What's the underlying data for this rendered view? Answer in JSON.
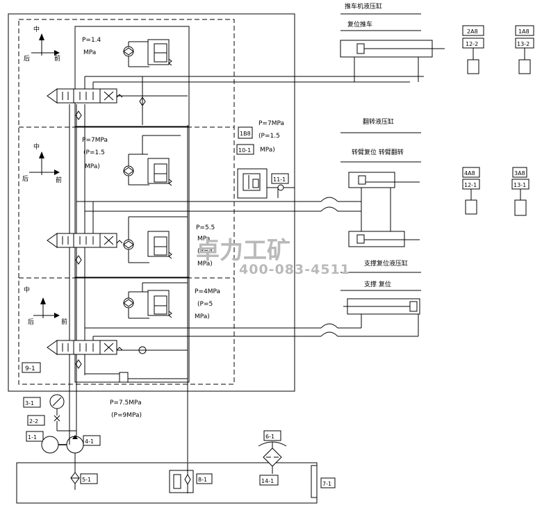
{
  "diagram": {
    "groups": {
      "pusher": {
        "title": "推车机液压缸",
        "action": "复位推车"
      },
      "tipper": {
        "title": "翻转液压缸",
        "actions": "转臂复位  转臂翻转"
      },
      "support": {
        "title": "支撑复位液压缸",
        "actions": "支撑    复位"
      }
    },
    "valve_blocks": {
      "block1": {
        "pressure_line1": "P=1.4",
        "pressure_line2": "MPa"
      },
      "block2": {
        "pressure_line1": "P=7MPa",
        "pressure_line2": "(P=1.5",
        "pressure_line3": "MPa)"
      },
      "block2b": {
        "pressure_line1": "P=5.5",
        "pressure_line2": "MPa",
        "pressure_line3": "(P=4",
        "pressure_line4": "MPa)"
      },
      "block3": {
        "pressure_line1": "P=4MPa",
        "pressure_line2": "(P=5",
        "pressure_line3": "MPa)"
      },
      "relief": {
        "pressure_line1": "P=7MPa",
        "pressure_line2": "(P=1.5",
        "pressure_line3": "MPa)"
      },
      "main": {
        "pressure_line1": "P=7.5MPa",
        "pressure_line2": "(P=9MPa)"
      }
    },
    "direction_labels": {
      "center": "中",
      "back": "后",
      "front": "前"
    },
    "component_tags": {
      "t_2a8": "2A8",
      "t_12_2": "12-2",
      "t_1a8": "1A8",
      "t_13_2": "13-2",
      "t_4a8": "4A8",
      "t_12_1": "12-1",
      "t_3a8": "3A8",
      "t_13_1": "13-1",
      "t_1b8": "1B8",
      "t_10_1": "10-1",
      "t_11_1": "11-1",
      "t_9_1": "9-1",
      "t_3_1": "3-1",
      "t_2_2": "2-2",
      "t_1_1": "1-1",
      "t_4_1": "4-1",
      "t_5_1": "5-1",
      "t_8_1": "8-1",
      "t_6_1": "6-1",
      "t_14_1": "14-1",
      "t_7_1": "7-1"
    },
    "watermark": {
      "brand": "卓力工矿",
      "phone": "400-083-4511"
    }
  }
}
